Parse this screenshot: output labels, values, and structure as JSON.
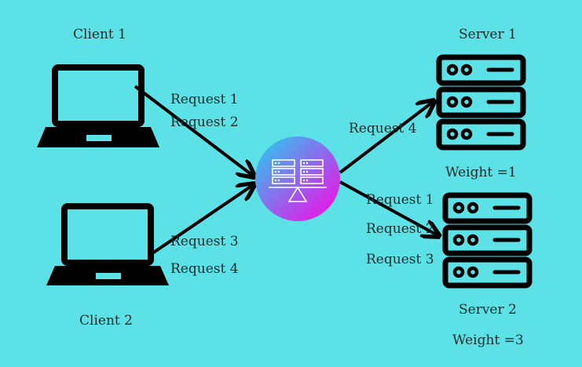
{
  "clients": [
    {
      "label": "Client 1"
    },
    {
      "label": "Client 2"
    }
  ],
  "servers": [
    {
      "label": "Server 1",
      "weight": "Weight =1"
    },
    {
      "label": "Server 2",
      "weight": "Weight =3"
    }
  ],
  "requests": {
    "client1": [
      "Request 1",
      "Request 2"
    ],
    "client2": [
      "Request 3",
      "Request 4"
    ],
    "server1": [
      "Request 4"
    ],
    "server2": [
      "Request 1",
      "Request 2",
      "Request 3"
    ]
  },
  "colors": {
    "background": "#5ce1e6",
    "line": "#000000",
    "balancer_gradient_start": "#1fd3f0",
    "balancer_gradient_end": "#ff00e6"
  },
  "icons": {
    "client": "laptop-icon",
    "server": "server-rack-icon",
    "balancer": "load-balancer-icon"
  }
}
